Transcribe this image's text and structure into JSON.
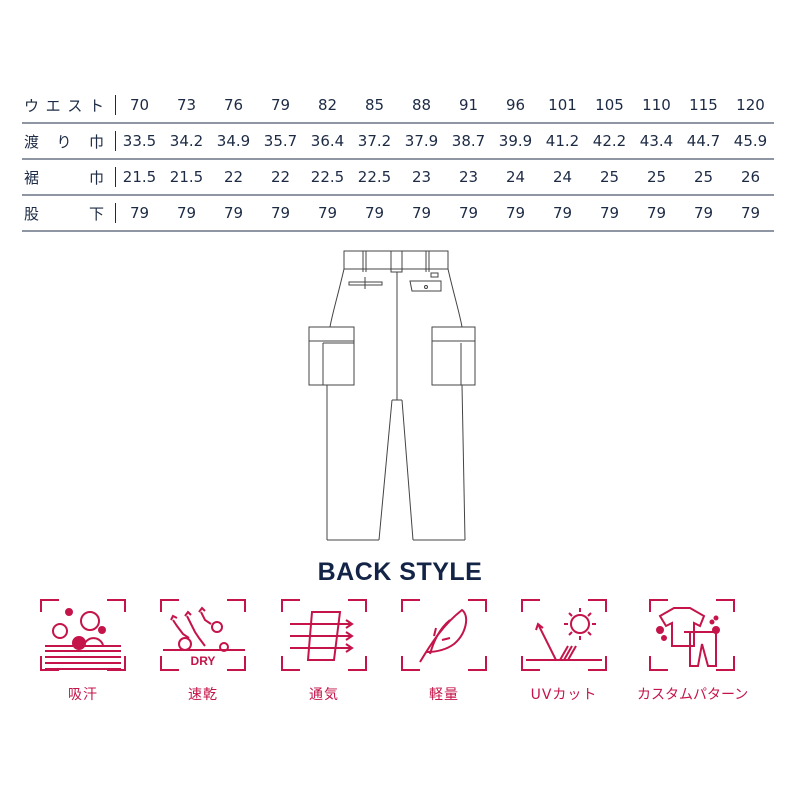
{
  "size_table": {
    "rows": [
      {
        "label": [
          "ウ",
          "エ",
          "ス",
          "ト"
        ],
        "label_text": "ウエスト",
        "values": [
          "70",
          "73",
          "76",
          "79",
          "82",
          "85",
          "88",
          "91",
          "96",
          "101",
          "105",
          "110",
          "115",
          "120"
        ]
      },
      {
        "label": [
          "渡",
          "り",
          "巾"
        ],
        "label_text": "渡り巾",
        "values": [
          "33.5",
          "34.2",
          "34.9",
          "35.7",
          "36.4",
          "37.2",
          "37.9",
          "38.7",
          "39.9",
          "41.2",
          "42.2",
          "43.4",
          "44.7",
          "45.9"
        ]
      },
      {
        "label": [
          "裾",
          "巾"
        ],
        "label_text": "裾巾",
        "values": [
          "21.5",
          "21.5",
          "22",
          "22",
          "22.5",
          "22.5",
          "23",
          "23",
          "24",
          "24",
          "25",
          "25",
          "25",
          "26"
        ]
      },
      {
        "label": [
          "股",
          "下"
        ],
        "label_text": "股下",
        "values": [
          "79",
          "79",
          "79",
          "79",
          "79",
          "79",
          "79",
          "79",
          "79",
          "79",
          "79",
          "79",
          "79",
          "79"
        ]
      }
    ]
  },
  "drawing": {
    "caption": "BACK STYLE",
    "icon": "pants-back-drawing"
  },
  "features": [
    {
      "label": "吸汗",
      "icon": "sweat-absorb-icon"
    },
    {
      "label": "速乾",
      "icon": "quick-dry-icon",
      "badge": "DRY"
    },
    {
      "label": "通気",
      "icon": "ventilation-icon"
    },
    {
      "label": "軽量",
      "icon": "feather-lightweight-icon"
    },
    {
      "label": "UVカット",
      "icon": "uv-cut-icon"
    },
    {
      "label": "カスタムパターン",
      "icon": "custom-pattern-icon"
    }
  ],
  "colors": {
    "text": "#1c2a44",
    "accent": "#c4144a",
    "rule": "#8e96a3"
  }
}
